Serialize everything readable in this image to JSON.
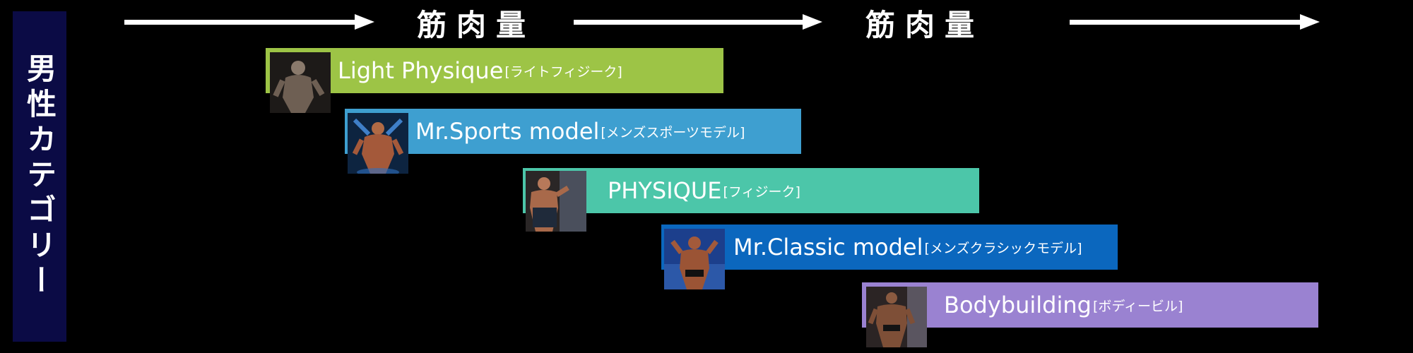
{
  "side_title": "男性カテゴリー",
  "axis": {
    "label": "筋肉量",
    "arrow_color": "#ffffff"
  },
  "categories": [
    {
      "name_en": "Light Physique",
      "name_jp": "[ライトフィジーク]",
      "color": "#9dc446",
      "thumb_icon": "athlete-photo-icon"
    },
    {
      "name_en": "Mr.Sports model",
      "name_jp": "[メンズスポーツモデル]",
      "color": "#3e9fd0",
      "thumb_icon": "athlete-photo-icon"
    },
    {
      "name_en": "PHYSIQUE",
      "name_jp": "[フィジーク]",
      "color": "#4cc6a9",
      "thumb_icon": "athlete-photo-icon"
    },
    {
      "name_en": "Mr.Classic model",
      "name_jp": "[メンズクラシックモデル]",
      "color": "#0b67be",
      "thumb_icon": "athlete-photo-icon"
    },
    {
      "name_en": "Bodybuilding",
      "name_jp": "[ボディービル]",
      "color": "#9a82d1",
      "thumb_icon": "athlete-photo-icon"
    }
  ]
}
